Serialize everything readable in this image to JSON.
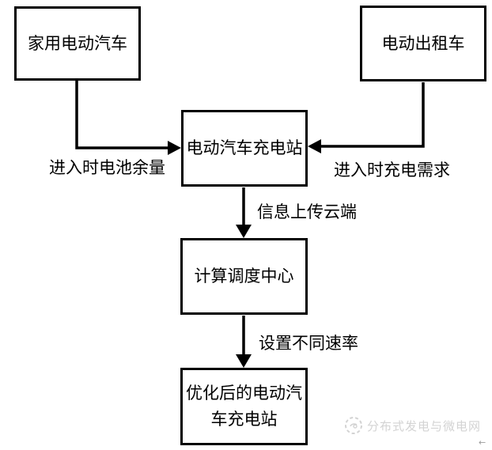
{
  "diagram": {
    "nodes": {
      "home_ev": "家用电动汽车",
      "electric_taxi": "电动出租车",
      "charging_station": "电动汽车充电站",
      "dispatch_center": "计算调度中心",
      "optimized_station": "优化后的电动汽车充电站"
    },
    "edge_labels": {
      "battery_remaining": "进入时电池余量",
      "charging_demand": "进入时充电需求",
      "upload_cloud": "信息上传云端",
      "set_rates": "设置不同速率"
    },
    "colors": {
      "line": "#000000",
      "background": "#ffffff",
      "watermark": "#d3d3d3"
    }
  },
  "watermark": {
    "logo_icon": "circular-emblem",
    "text": "分布式发电与微电网"
  },
  "corner_mark": "←"
}
